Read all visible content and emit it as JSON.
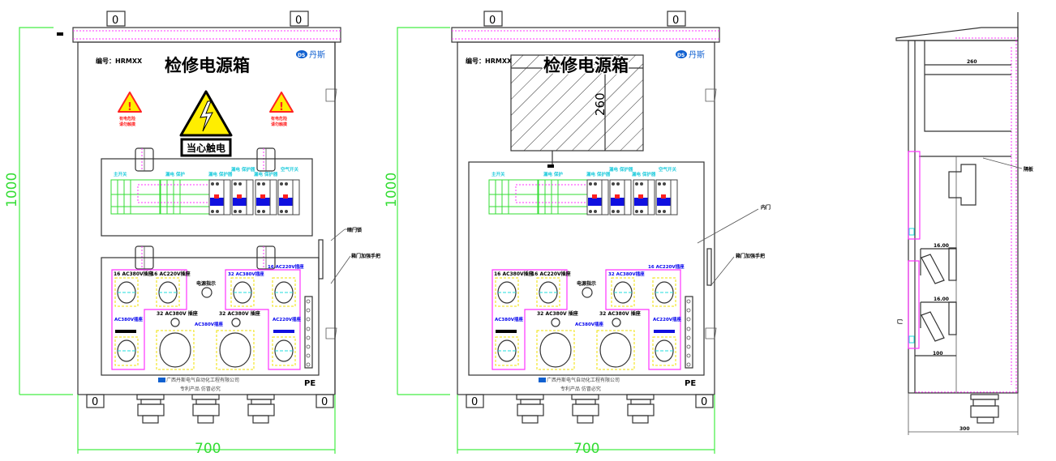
{
  "drawing": {
    "title": "检修电源箱",
    "serial_label": "编号：HRMXX",
    "brand_logo": "丹斯",
    "brand_logo_mark": "DS",
    "warning_sign_text": "当心触电",
    "warning_small_text_1": "有电危险",
    "warning_small_text_2": "请勿触摸",
    "company_name": "广西丹斯电气自动化工程有限公司",
    "company_slogan": "专利产品  仿冒必究",
    "pe_label": "PE",
    "hook_label": "0",
    "power_indicator_label": "电源指示",
    "socket_labels": {
      "s1": "16 AC380V插座",
      "s2": "16 AC220V插座",
      "s3": "32 AC380V插座",
      "s4": "16 AC220V插座",
      "s5": "AC380V插座",
      "s6": "AC220V插座",
      "big1": "32 AC380V 插座",
      "big2": "32 AC380V 插座",
      "mid": "AC380V插座"
    },
    "breaker_labels": [
      "主开关",
      "漏电 保护",
      "漏电 保护器",
      "漏电 保护器",
      "漏电 保护器",
      "空气开关"
    ]
  },
  "front_view_1": {
    "width_dim": "700",
    "height_dim": "1000",
    "callout_lock": "暗门锁",
    "callout_handle": "箱门加强手把"
  },
  "front_view_2": {
    "width_dim": "700",
    "height_dim": "1000",
    "window_dim": "260",
    "callout_inner_door": "内门",
    "callout_handle": "箱门加强手把"
  },
  "side_view": {
    "callout_partition": "隔板",
    "label_door": "门",
    "depth_dim": "300",
    "top_dim": "260",
    "socket_dim_1": "16.00",
    "socket_dim_2": "16.00",
    "bottom_dim": "100"
  },
  "colors": {
    "dimension": "#44ee44",
    "magenta": "#ff33ff",
    "warning_yellow": "#ffee00",
    "warning_red": "#ff2222",
    "breaker_blue": "#1010e0",
    "text_blue": "#0000ee",
    "cyan": "#22dddd"
  }
}
